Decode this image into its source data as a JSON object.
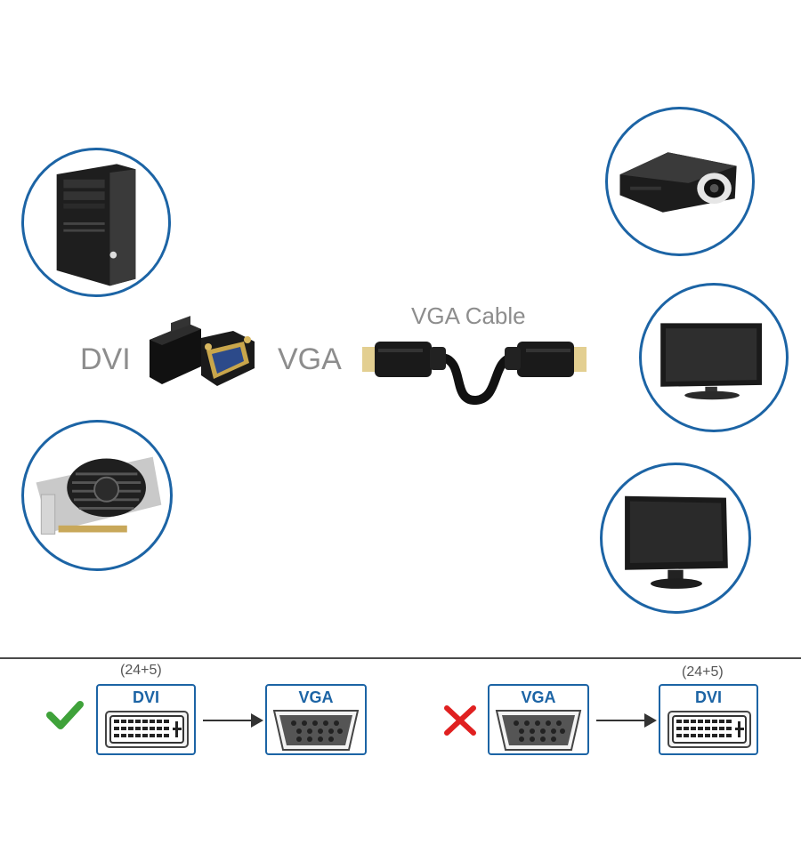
{
  "labels": {
    "dvi": "DVI",
    "vga": "VGA",
    "cable": "VGA Cable"
  },
  "devices": {
    "left": [
      "pc-tower-icon",
      "graphics-card-icon"
    ],
    "right": [
      "projector-icon",
      "tv-icon",
      "monitor-icon"
    ]
  },
  "compatibility": {
    "valid": {
      "status_icon": "check-icon",
      "status_color": "#3fa23a",
      "source": {
        "pins": "(24+5)",
        "title": "DVI"
      },
      "target": {
        "title": "VGA"
      }
    },
    "invalid": {
      "status_icon": "cross-icon",
      "status_color": "#e02020",
      "source": {
        "title": "VGA"
      },
      "target": {
        "pins": "(24+5)",
        "title": "DVI"
      }
    }
  },
  "colors": {
    "accent": "#1c64a5",
    "label_gray": "#8d8d8d"
  }
}
